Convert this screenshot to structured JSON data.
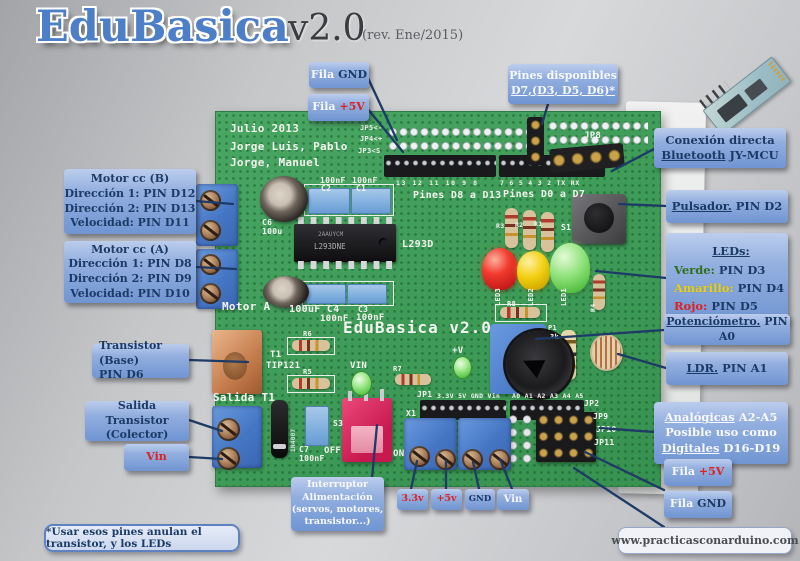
{
  "title": {
    "brand": "EduBasica",
    "version": "v2.0",
    "revision": "(rev. Ene/2015)"
  },
  "colors": {
    "callout_blue": "#7095d2",
    "navy_text": "#1b3a66",
    "red_text": "#dd2222",
    "green_text": "#2f6e1c",
    "yellow_text": "#e3cf1e",
    "board_green": "#3f9c58",
    "line": "#1e3a66",
    "background_gray": "#c6c7c9"
  },
  "callouts": {
    "fila_gnd_top": {
      "prefix": "Fila",
      "value": "GND"
    },
    "fila_5v_top": {
      "prefix": "Fila",
      "value": "+5V"
    },
    "pines_disponibles": {
      "line1": "Pines disponibles",
      "line2": "D7,(D3, D5, D6)*"
    },
    "bluetooth": {
      "line1": "Conexión directa",
      "line2_word": "Bluetooth",
      "line2_rest": " JY-MCU"
    },
    "pulsador": {
      "word": "Pulsador.",
      "rest": " PIN D2"
    },
    "leds": {
      "heading": "LEDs:",
      "items": [
        {
          "name": "Verde:",
          "pin": " PIN D3"
        },
        {
          "name": "Amarillo:",
          "pin": " PIN D4"
        },
        {
          "name": "Rojo:",
          "pin": " PIN D5"
        }
      ]
    },
    "potenciometro": {
      "word": "Potenciómetro.",
      "rest": " PIN A0"
    },
    "ldr": {
      "word": "LDR.",
      "rest": " PIN A1"
    },
    "analogicas": {
      "line1_word": "Analógicas",
      "line1_rest": " A2-A5",
      "line2": "Posible uso como",
      "line3_word": "Digitales",
      "line3_rest": " D16-D19"
    },
    "fila_5v_right": {
      "prefix": "Fila",
      "value": "+5V"
    },
    "fila_gnd_right": {
      "prefix": "Fila",
      "value": "GND"
    },
    "motor_b": {
      "title": "Motor cc (B)",
      "lines": [
        "Dirección 1: PIN D12",
        "Dirección 2: PIN D13",
        "Velocidad: PIN D11"
      ]
    },
    "motor_a": {
      "title": "Motor cc (A)",
      "lines": [
        "Dirección 1: PIN D8",
        "Dirección 2: PIN D9",
        "Velocidad: PIN D10"
      ]
    },
    "transistor_base": {
      "line1": "Transistor (Base)",
      "line2": "PIN D6"
    },
    "salida_transistor": {
      "line1": "Salida Transistor",
      "line2": "(Colector)"
    },
    "vin_left": {
      "text": "Vin"
    },
    "interruptor": {
      "lines": [
        "Interruptor",
        "Alimentación",
        "(servos, motores,",
        "transistor...)"
      ]
    },
    "power_pins": [
      {
        "label": "3.3v"
      },
      {
        "label": "+5v"
      },
      {
        "label": "GND"
      },
      {
        "label": "Vin"
      }
    ]
  },
  "notes": {
    "footnote": "*Usar esos pines anulan el transistor, y los LEDs",
    "website": "www.practicasconarduino.com"
  },
  "board": {
    "silkscreen": {
      "date": "Julio 2013",
      "authors1": "Jorge Luis, Pablo",
      "authors2": "Jorge, Manuel",
      "jp5": "JP5<-",
      "jp4": "JP4<+",
      "jp3": "JP3<S",
      "jp8": "JP8",
      "cap_c2_value": "100nF",
      "cap_c2": "C2",
      "cap_c1_value": "100nF",
      "cap_c1": "C1",
      "cap_c6": "C6",
      "cap_c6_value": "100u",
      "pines_d8_d13": "Pines D8 a D13",
      "pines_d0_d7": "Pines D0 a D7",
      "header_nums_left": "13 12 11 10 9 8",
      "header_nums_right": "7 6 5 4 3 2 TX RX",
      "ic_label": "L293D",
      "ic_marking1": "2AAUYCM",
      "ic_marking2": "L293DNE",
      "cap_c4": "100uF C4",
      "cap_c3": "C3",
      "cap_c3_value": "100nF",
      "cap_c4b_value": "100nF",
      "motor_a_text": "Motor A",
      "brand": "EduBasica v2.0",
      "t1": "T1",
      "t1_part": "TIP121",
      "r1": "R1",
      "r2": "R2",
      "r3": "R3",
      "r4": "R4",
      "r5": "R5",
      "r6": "R6",
      "r7": "R7",
      "r8": "R8",
      "vin_led": "VIN",
      "plus_v": "+V",
      "salida_t1": "Salida T1",
      "diode": "1N4007",
      "cap_c7": "C7",
      "cap_c7_value": "100nF",
      "s3": "S3",
      "off": "OFF",
      "on": "ON",
      "s1": "S1",
      "led1": "LED1",
      "led2": "LED2",
      "led3": "LED3",
      "pot": "P1",
      "pot_value": "3k",
      "x1": "X1",
      "jp1": "JP1",
      "power_row": "3.3V 5V GND Vin",
      "analog_row": "A0 A1 A2 A3 A4 A5",
      "jp2": "JP2",
      "jp9": "JP9",
      "jp10": "JP10",
      "jp11": "JP11"
    }
  }
}
